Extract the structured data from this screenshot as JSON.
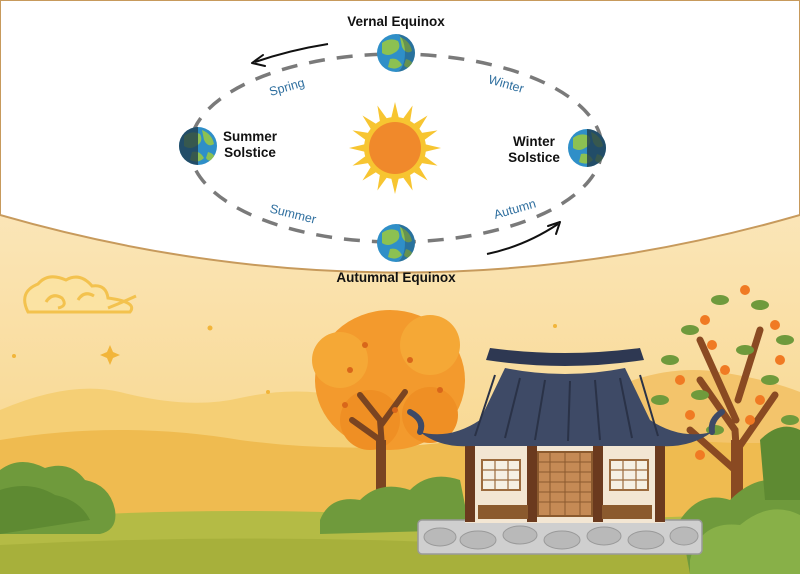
{
  "orbit": {
    "vernal_equinox": "Vernal Equinox",
    "summer_solstice_line1": "Summer",
    "summer_solstice_line2": "Solstice",
    "winter_solstice_line1": "Winter",
    "winter_solstice_line2": "Solstice",
    "autumnal_equinox": "Autumnal Equinox",
    "seasons": {
      "spring": "Spring",
      "summer": "Summer",
      "autumn": "Autumn",
      "winter": "Winter"
    }
  },
  "colors": {
    "sky_top": "#fbe7c4",
    "sky_bottom": "#f9d58a",
    "orbit_dash": "#7a7a7a",
    "season_label": "#2f6f9f",
    "sun_core": "#f0892b",
    "sun_rays": "#f7c531",
    "earth_ocean": "#2f8fc8",
    "earth_land": "#8cc152",
    "earth_night": "#1f3b4d",
    "mountain_far": "#f3c76a",
    "mountain_near": "#efb94a",
    "grass": "#b7bd43",
    "bush": "#6f9a3c",
    "tree_orange": "#f39a2d",
    "roof": "#3e4a66",
    "wall": "#f3e6d3",
    "wood": "#6b3a1e"
  }
}
